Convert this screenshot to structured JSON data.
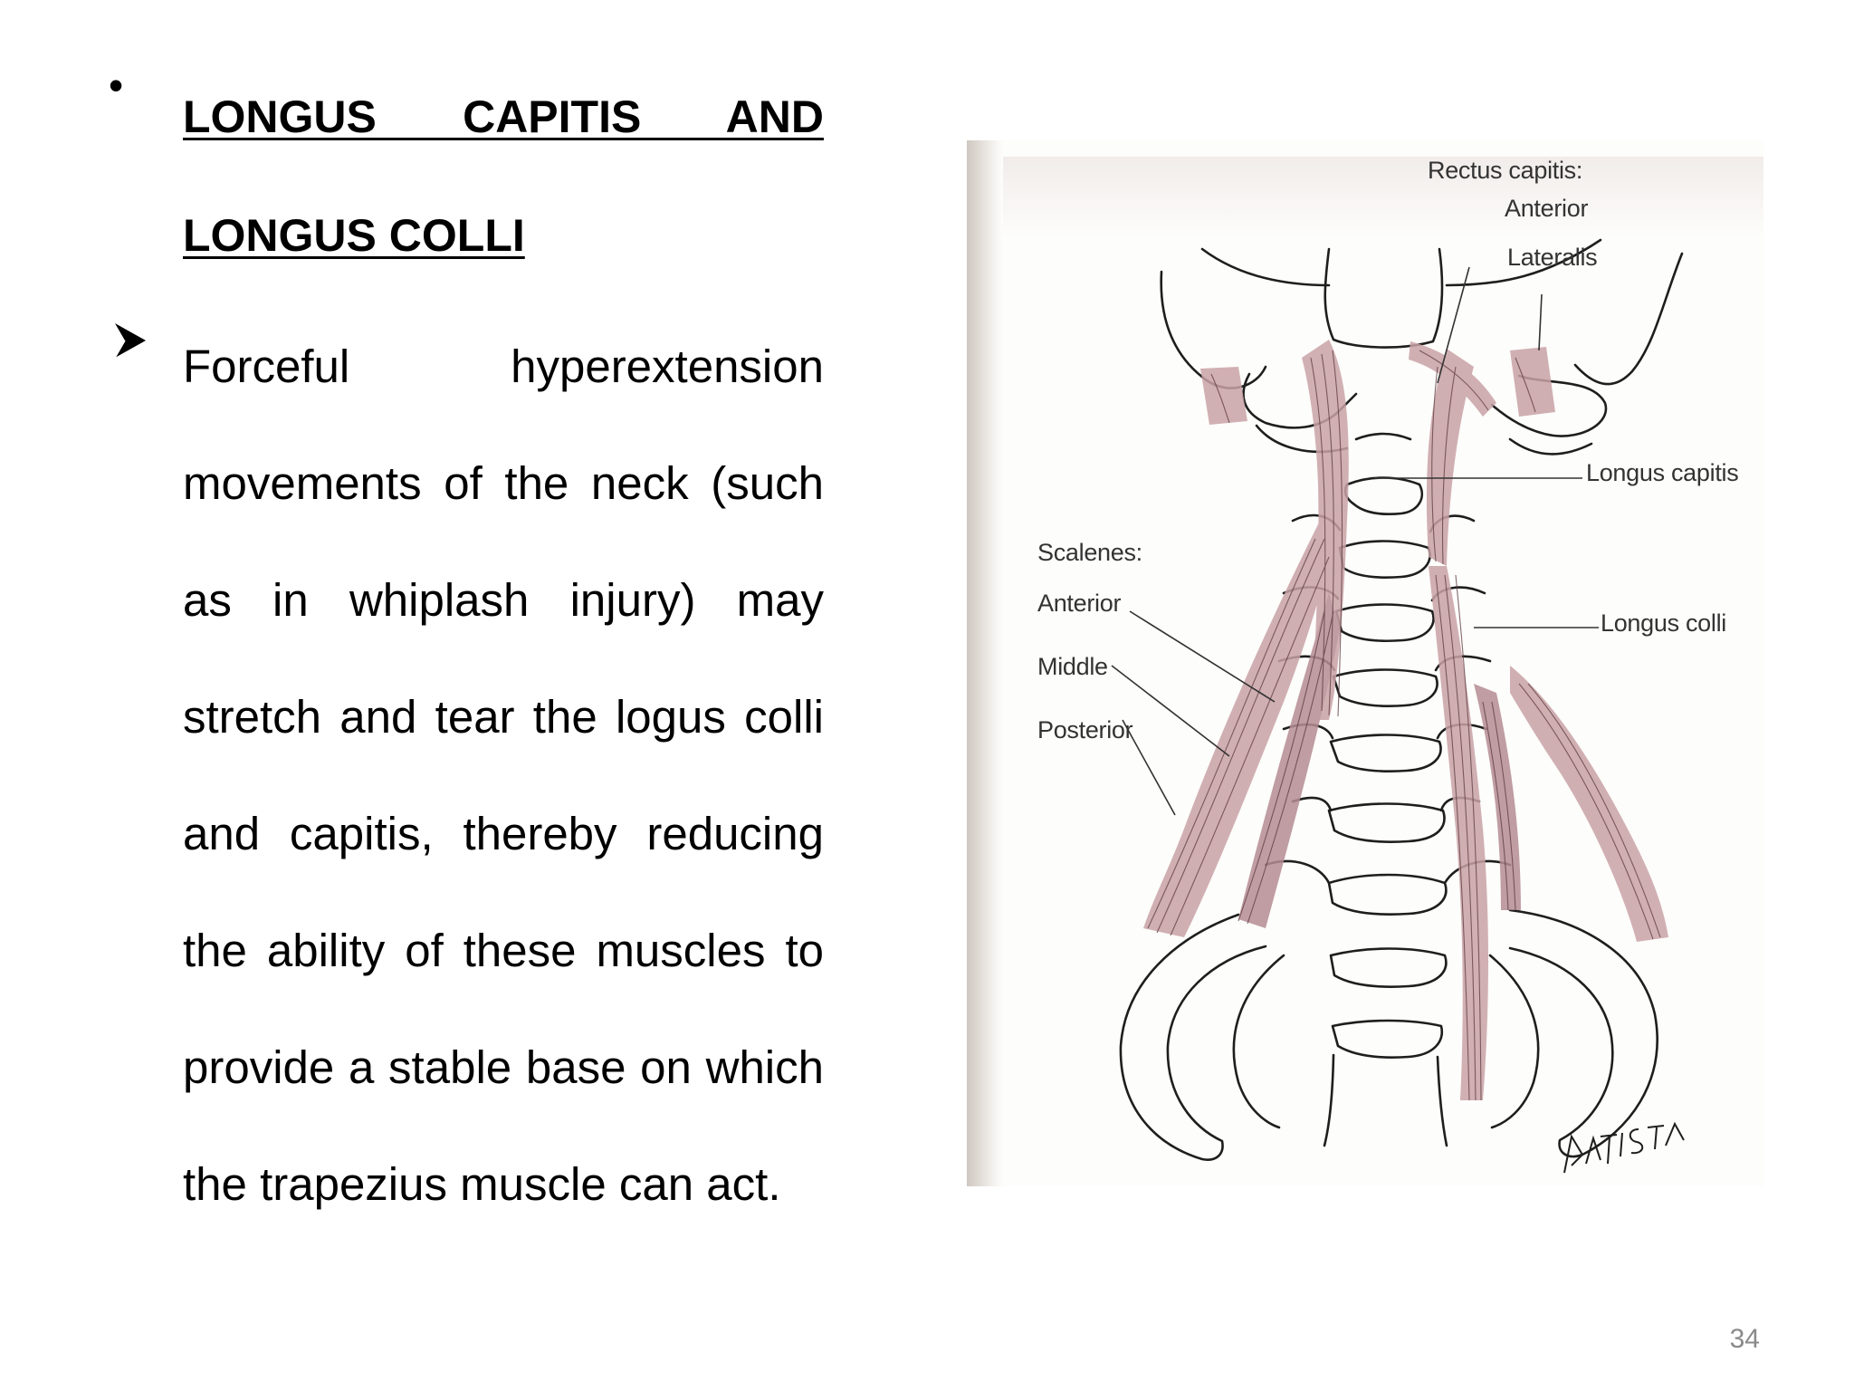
{
  "slide": {
    "heading": "LONGUS CAPITIS AND LONGUS COLLI",
    "bullet_symbol": "•",
    "body": "Forceful hyperextension movements of the neck (such as in whiplash injury) may stretch and tear the logus colli and capitis, thereby reducing the ability of these muscles to provide a stable base on which the trapezius muscle can act.",
    "page_number": "34"
  },
  "figure": {
    "labels": {
      "rectus_capitis": "Rectus capitis:",
      "rectus_anterior": "Anterior",
      "rectus_lateralis": "Lateralis",
      "longus_capitis": "Longus capitis",
      "scalenes": "Scalenes:",
      "scalene_anterior": "Anterior",
      "scalene_middle": "Middle",
      "scalene_posterior": "Posterior",
      "longus_colli": "Longus colli",
      "signature": "BATISTA"
    },
    "colors": {
      "muscle": "#c9a2a6",
      "muscle_dark": "#a8787f",
      "bone_line": "#1e1e1e"
    }
  }
}
